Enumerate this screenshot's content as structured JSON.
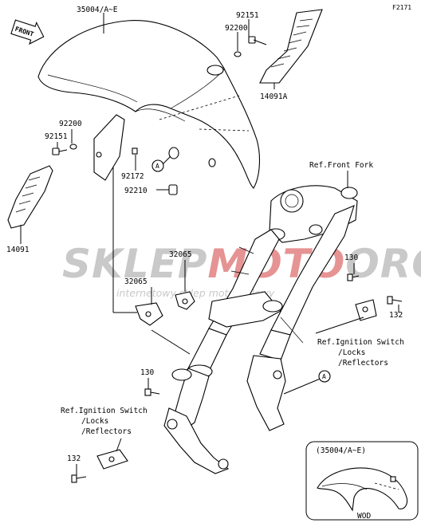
{
  "diagram_code": "F2171",
  "front_arrow_label": "FRONT",
  "watermark": {
    "brand_part1": "SKLEP",
    "brand_part2": "MOTO",
    "brand_part3": "ORO.PL",
    "tagline": "internetowy sklep motocyklowy",
    "accent_color": "#d23b3b",
    "text_color": "#c9c9c9"
  },
  "callouts": {
    "fender": "35004/A~E",
    "bolt_92151_top": "92151",
    "washer_92200_top": "92200",
    "trim_14091A": "14091A",
    "washer_92200_left": "92200",
    "bolt_92151_left": "92151",
    "bolt_92172": "92172",
    "clip_92210": "92210",
    "trim_14091": "14091",
    "ref_front_fork": "Ref.Front Fork",
    "bracket_32065_a": "32065",
    "bracket_32065_b": "32065",
    "bolt_130_right": "130",
    "bolt_132_right": "132",
    "bolt_130_left": "130",
    "bolt_132_left": "132",
    "marker_a_top": "A",
    "marker_a_bottom": "A"
  },
  "ref_right": {
    "line1": "Ref.Ignition Switch",
    "line2": "/Locks",
    "line3": "/Reflectors"
  },
  "ref_left": {
    "line1": "Ref.Ignition Switch",
    "line2": "/Locks",
    "line3": "/Reflectors"
  },
  "inset": {
    "title": "(35004/A~E)",
    "caption": "WOD"
  }
}
